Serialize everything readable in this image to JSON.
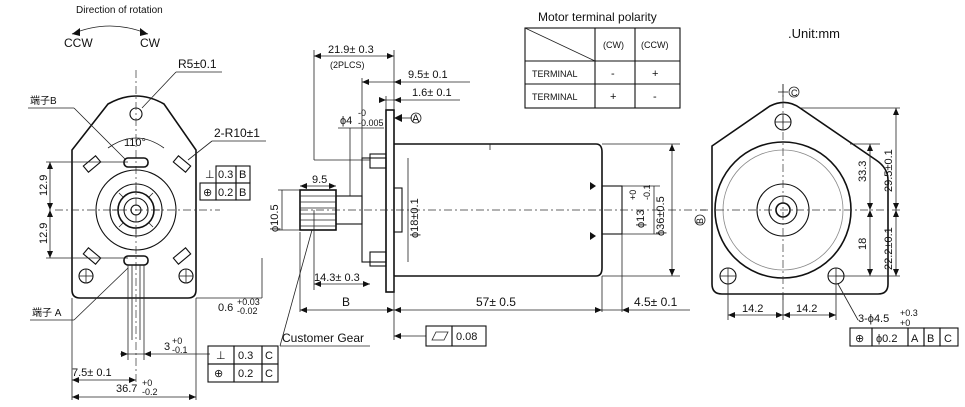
{
  "rotation": {
    "title": "Direction of rotation",
    "ccw": "CCW",
    "cw": "CW"
  },
  "left_view": {
    "r5": "R5±0.1",
    "terminal_b": "端子B",
    "terminal_a": "端子 A",
    "angle": "110°",
    "r10": "2-R10±1",
    "dim_12_9_top": "12.9",
    "dim_12_9_bot": "12.9",
    "tol_box_top": {
      "sym": "⊥",
      "val": "0.3",
      "ref": "B"
    },
    "tol_box_bot": {
      "sym": "⊕",
      "val": "0.2",
      "ref": "B"
    },
    "dim_0_6": "0.6",
    "dim_0_6_up": "+0.03",
    "dim_0_6_lo": "-0.02",
    "dim_3": "3",
    "dim_3_up": "+0",
    "dim_3_lo": "-0.1",
    "tol_box2_top": {
      "sym": "⊥",
      "val": "0.3",
      "ref": "C"
    },
    "tol_box2_bot": {
      "sym": "⊕",
      "val": "0.2",
      "ref": "C"
    },
    "dim_7_5": "7.5± 0.1",
    "dim_36_7": "36.7",
    "dim_36_7_up": "+0",
    "dim_36_7_lo": "-0.2"
  },
  "side_view": {
    "dim_21_9": "21.9± 0.3",
    "plcs": "(2PLCS)",
    "dim_9_5_top": "9.5± 0.1",
    "dim_1_6": "1.6± 0.1",
    "ref_a": "A",
    "dia_4": "ϕ4",
    "dia_4_up": "-0",
    "dia_4_lo": "-0.005",
    "dim_9_5": "9.5",
    "dia_10_5": "ϕ10.5",
    "dia_18": "ϕ18±0.1",
    "dia_13": "ϕ13",
    "dia_13_up": "+0",
    "dia_13_lo": "-0.1",
    "dia_36": "ϕ36±0.5",
    "dim_14_3": "14.3± 0.3",
    "dim_b": "B",
    "dim_57": "57± 0.5",
    "dim_4_5": "4.5± 0.1",
    "customer_gear": "Customer Gear",
    "flatness": {
      "sym": "▱",
      "val": "0.08"
    }
  },
  "polarity_table": {
    "title": "Motor terminal polarity",
    "headers": [
      "(CW)",
      "(CCW)"
    ],
    "rows": [
      {
        "label": "TERMINAL",
        "cw": "-",
        "ccw": "+"
      },
      {
        "label": "TERMINAL",
        "cw": "+",
        "ccw": "-"
      }
    ]
  },
  "unit": ".Unit:mm",
  "front_view": {
    "ref_c": "C",
    "ref_b": "B",
    "dim_33_3": "33.3",
    "dim_29_5": "29.5±0.1",
    "dim_18": "18",
    "dim_22_2": "22.2±0.1",
    "dim_14_2_l": "14.2",
    "dim_14_2_r": "14.2",
    "holes": "3-ϕ4.5",
    "holes_up": "+0.3",
    "holes_lo": "+0",
    "pos_tol": {
      "sym": "⊕",
      "val": "ϕ0.2",
      "refs": [
        "A",
        "B",
        "C"
      ]
    }
  }
}
